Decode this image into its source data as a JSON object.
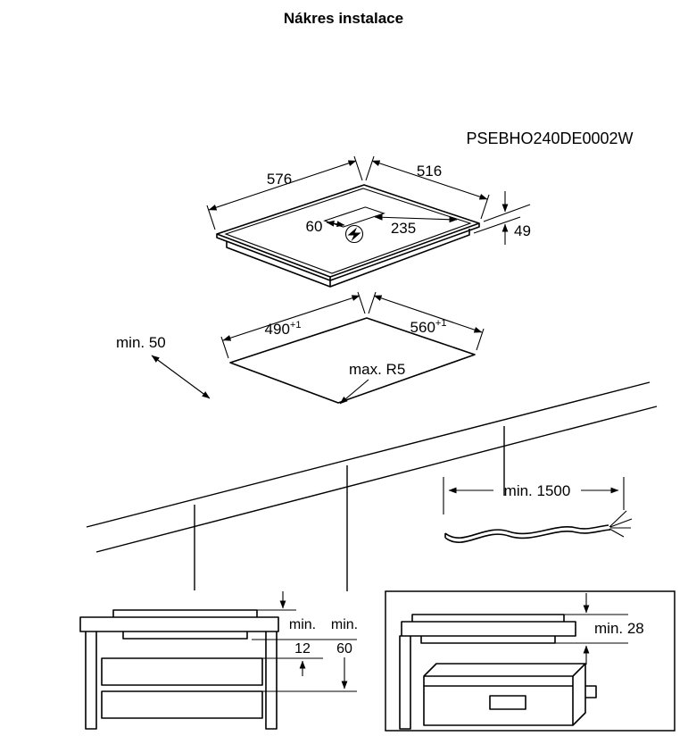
{
  "title": "Nákres instalace",
  "model_code": "PSEBHO240DE0002W",
  "hob_dimensions": {
    "width": "576",
    "depth": "516",
    "height": "49",
    "connection_offset": "60",
    "connection_distance": "235"
  },
  "cutout": {
    "depth": "490",
    "depth_tolerance": "+1",
    "width": "560",
    "width_tolerance": "+1",
    "corner_radius": "max. R5",
    "edge_clearance": "min. 50"
  },
  "cable": {
    "min_length": "min. 1500"
  },
  "clearances": {
    "label_a": "min.",
    "gap_a": "12",
    "label_b": "min.",
    "gap_b": "60",
    "oven_gap": "min. 28"
  }
}
